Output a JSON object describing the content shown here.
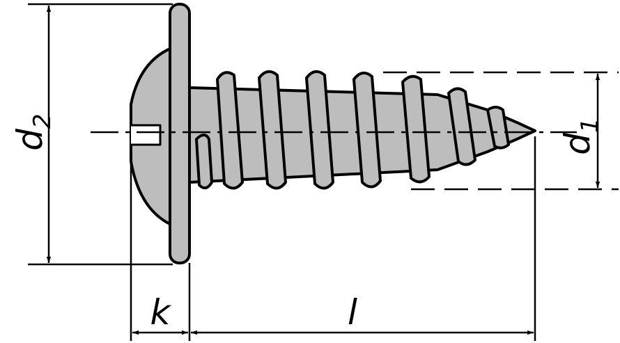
{
  "drawing": {
    "labels": {
      "d2": {
        "main": "d",
        "sub": "2"
      },
      "d1": {
        "main": "d",
        "sub": "1"
      },
      "k": "k",
      "l": "l"
    },
    "colors": {
      "line": "#000000",
      "fill": "#bdbdbd",
      "background": "#ffffff"
    }
  }
}
